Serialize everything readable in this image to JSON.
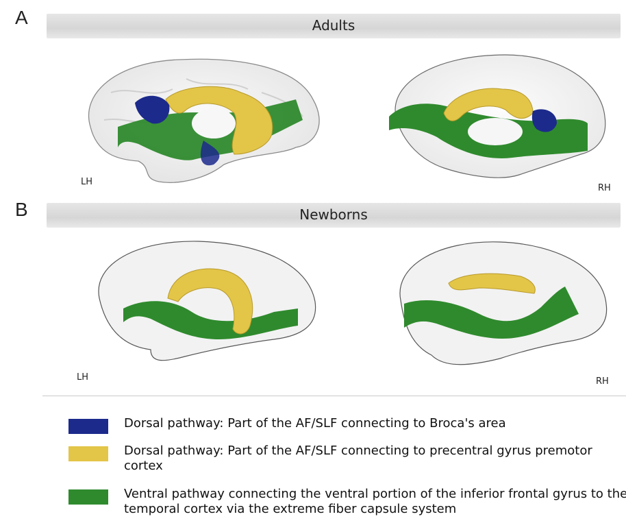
{
  "panel_a": {
    "letter": "A",
    "title": "Adults",
    "left_label": "LH",
    "right_label": "RH"
  },
  "panel_b": {
    "letter": "B",
    "title": "Newborns",
    "left_label": "LH",
    "right_label": "RH"
  },
  "legend": [
    {
      "color": "#1c2a8c",
      "text": "Dorsal pathway: Part of the AF/SLF connecting to Broca's area"
    },
    {
      "color": "#e3c548",
      "text": "Dorsal pathway: Part of the AF/SLF connecting to precentral gyrus premotor cortex"
    },
    {
      "color": "#2f8a2d",
      "text": "Ventral pathway connecting the ventral portion of the inferior frontal gyrus to the temporal cortex via the extreme fiber capsule system"
    }
  ],
  "colors": {
    "dorsal_broca": "#1c2a8c",
    "dorsal_premotor": "#e3c548",
    "ventral": "#2f8a2d",
    "brain_outline": "#555555"
  }
}
